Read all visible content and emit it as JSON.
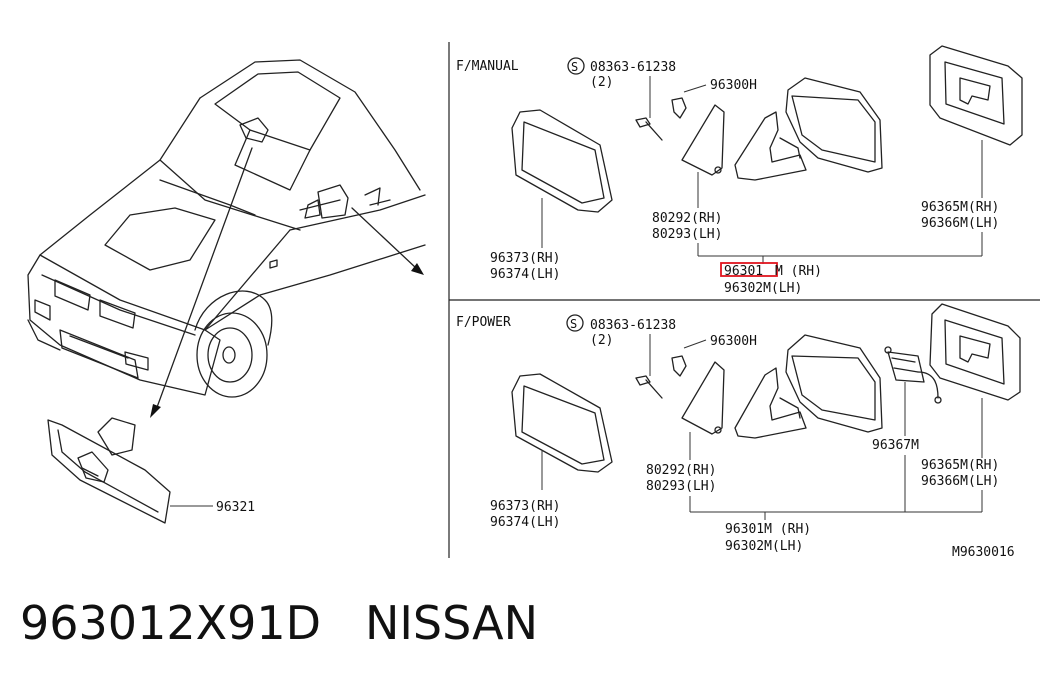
{
  "diagram": {
    "manual": {
      "section_label": "F/MANUAL",
      "screw_symbol": "S",
      "screw_part": "08363-61238",
      "screw_qty": "(2)",
      "clip_part": "96300H",
      "glass_rh": "96373(RH)",
      "glass_lh": "96374(LH)",
      "cover_rh": "80292(RH)",
      "cover_lh": "80293(LH)",
      "assy_rh_num": "96301",
      "assy_rh_suffix": "M (RH)",
      "assy_lh": "96302M(LH)",
      "mirror_rh": "96365M(RH)",
      "mirror_lh": "96366M(LH)"
    },
    "power": {
      "section_label": "F/POWER",
      "screw_symbol": "S",
      "screw_part": "08363-61238",
      "screw_qty": "(2)",
      "clip_part": "96300H",
      "glass_rh": "96373(RH)",
      "glass_lh": "96374(LH)",
      "cover_rh": "80292(RH)",
      "cover_lh": "80293(LH)",
      "actuator": "96367M",
      "mirror_rh": "96365M(RH)",
      "mirror_lh": "96366M(LH)",
      "assy_rh": "96301M (RH)",
      "assy_lh": "96302M(LH)"
    },
    "inside_mirror_part": "96321",
    "figure_code": "M9630016"
  },
  "caption": {
    "part_number": "963012X91D",
    "brand": "NISSAN"
  },
  "colors": {
    "highlight": "#e0141e",
    "line": "#222222"
  }
}
